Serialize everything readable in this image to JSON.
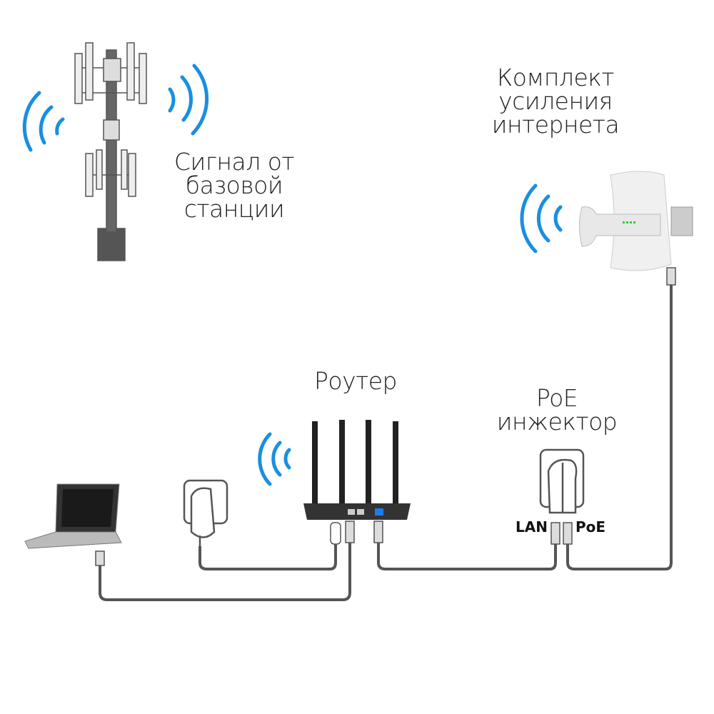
{
  "labels": {
    "tower": [
      "Сигнал от",
      "базовой",
      "станции"
    ],
    "kit": [
      "Комплект",
      "усиления",
      "интернета"
    ],
    "router": "Роутер",
    "injector": [
      "PoE",
      "инжектор"
    ],
    "lan_port": "LAN",
    "poe_port": "PoE"
  },
  "colors": {
    "signal": "#1a8fe0",
    "cable": "#555555",
    "router": "#2a2a2a",
    "port_active": "#1f7be8"
  }
}
